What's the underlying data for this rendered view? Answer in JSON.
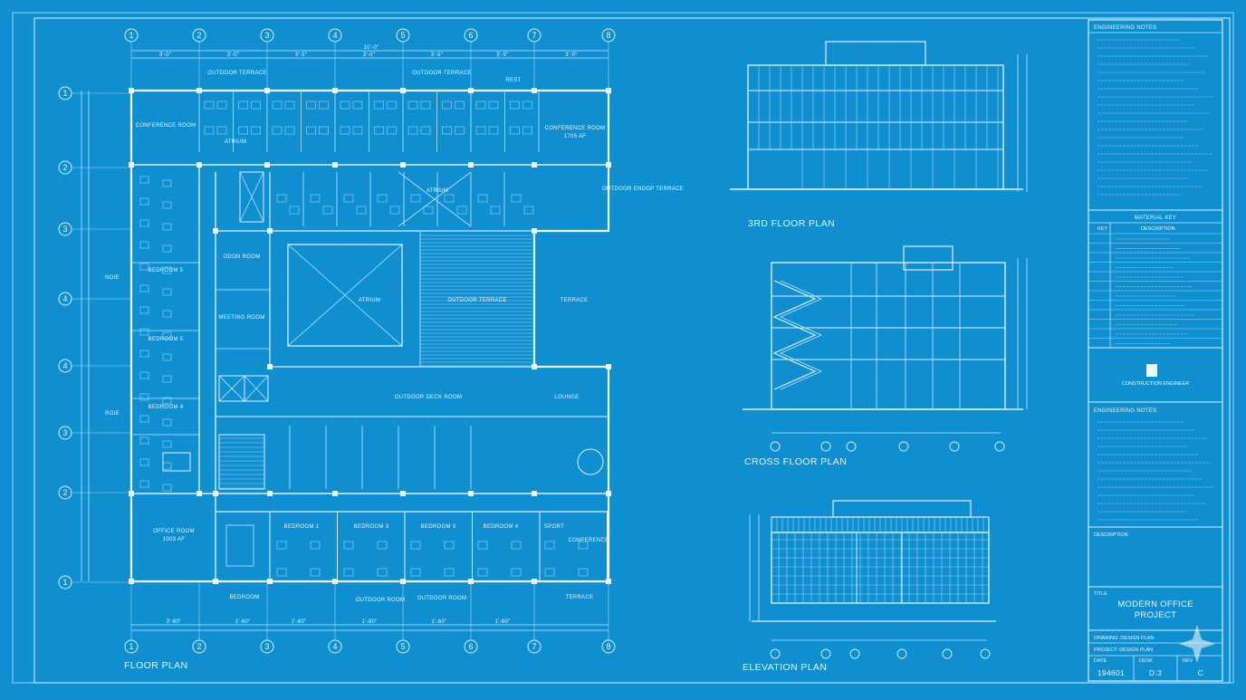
{
  "sheet": {
    "floor_plan_title": "FLOOR PLAN",
    "third_floor_title": "3RD FLOOR PLAN",
    "cross_title": "CROSS FLOOR PLAN",
    "elevation_title": "ELEVATION PLAN",
    "grid_top": [
      "1",
      "2",
      "3",
      "4",
      "5",
      "6",
      "7",
      "8"
    ],
    "grid_bottom": [
      "1",
      "2",
      "3",
      "4",
      "5",
      "6",
      "7",
      "8"
    ],
    "grid_left": [
      "1",
      "2",
      "3",
      "4",
      "4",
      "3",
      "2",
      "1"
    ],
    "dims_top": [
      "3'-0\"",
      "3'-0\"",
      "3'-5\"",
      "3'-0\"",
      "3'-5\"",
      "3'-5\"",
      "3'-0\""
    ],
    "dim_overall": "10'-0\"",
    "dims_bottom": [
      "3'-60\"",
      "1'-60\"",
      "1'-60\"",
      "1'-80\"",
      "1'-60\"",
      "1'-60\""
    ],
    "left_labels": [
      "NOIE",
      "ROIE"
    ],
    "rooms": {
      "outdoor_terrace_1": "OUTDOOR TERRACE",
      "outdoor_terrace_2": "OUTDOOR TERRACE",
      "rest": "REST",
      "conference_left": "CONFERENCE ROOM",
      "conference_right": "CONFERENCE ROOM",
      "conference_right_area": "1705 AF",
      "atrium_top": "ATRIUM",
      "atrium_mid": "ATRIUM",
      "atrium_big": "ATRIUM",
      "outdoor_terrace_big": "OUTDOOR TERRACE",
      "terrace": "TERRACE",
      "outdoor_grid_terrace": "OUTDOOR ENDOP TERRACE",
      "bedroom_5": "BEDROOM 5",
      "bedroom_5b": "BEDROOM 5",
      "bedroom_4": "BEDROOM 4",
      "odon_room": "ODON ROOM",
      "meeting": "MEETING ROOM",
      "outdoor_deck": "OUTDOOR DECK ROOM",
      "office_room": "OFFICE ROOM",
      "office_area": "1003 AF",
      "bedroom_1": "BEDROOM 1",
      "bedroom_3": "BEDROOM 3",
      "bedroom_3b": "BEDROOM 3",
      "bedroom_4b": "BEDROOM 4",
      "sport": "SPORT",
      "conference_bottom": "CONFERENCE",
      "bedroom_lbl": "BEDROOM",
      "outdoor_room_1": "OUTDOOR ROOM",
      "outdoor_room_2": "OUTDOOR ROOM",
      "terrace_bottom": "TERRACE",
      "lounge": "LOUNGE"
    },
    "notes_title": "ENGINEERING NOTES",
    "notes_title_2": "ENGINEERING NOTES",
    "materials_title": "MATERIAL KEY",
    "materials_header": "DESCRIPTION",
    "key_header": "KEY",
    "logo_text": "CONSTRUCTION ENGINEER",
    "proj_label": "TITLE",
    "project_title_1": "MODERN OFFICE",
    "project_title_2": "PROJECT",
    "drawing_label": "DRAWING: DESIGN PLAN",
    "project_label": "PROJECT: DESIGN PLAN",
    "number": "194601",
    "scale": "D:3",
    "rev": "C",
    "col_label_1": "DATE",
    "col_label_2": "DESK",
    "col_label_3": "REV",
    "description_label": "DESCRIPTION"
  }
}
